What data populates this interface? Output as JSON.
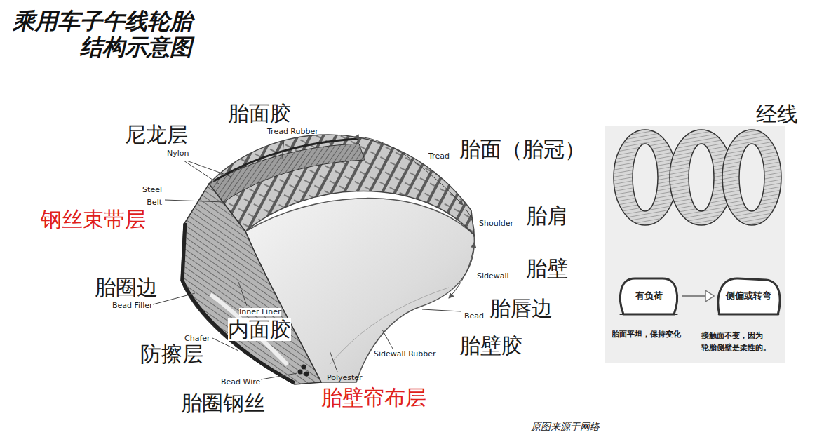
{
  "diagram": {
    "title": "乘用车子午线轮胎 结构示意图",
    "nodes": [
      {
        "text": [
          "有负荷"
        ]
      },
      {
        "text": [
          "侧偏或转弯"
        ]
      }
    ],
    "edges": [
      {
        "from": 0,
        "to": 1,
        "arrow": "to"
      }
    ],
    "labels": [
      "尼龙层",
      "Nylon",
      "胎面胶",
      "Tread Rubber",
      "Tread",
      "胎面（胎冠）",
      "Steel Belt",
      "钢丝束带层",
      "Shoulder",
      "胎肩",
      "Sidewall",
      "胎壁",
      "胎圈边",
      "Bead Filler",
      "Inner Liner",
      "内面胶",
      "Bead",
      "胎唇边",
      "Chafer",
      "防擦层",
      "Sidewall Rubber",
      "胎壁胶",
      "Bead Wire",
      "胎圈钢丝",
      "Polyester",
      "胎壁帘布层",
      "经线",
      "胎面平坦，保持变化",
      "接触面不变，因为 轮胎侧壁是柔性的。",
      "原图来源于网络"
    ]
  }
}
